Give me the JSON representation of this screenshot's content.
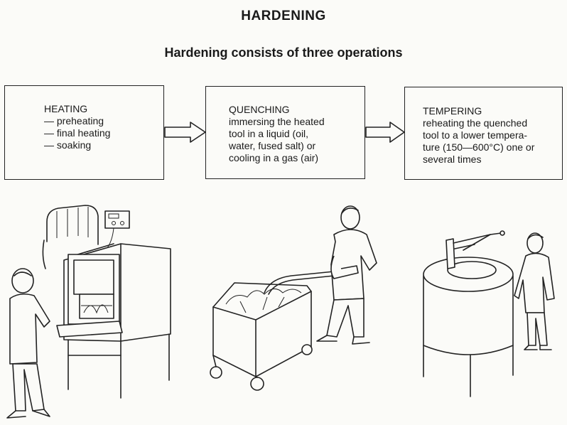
{
  "title": "HARDENING",
  "subtitle": "Hardening consists of three operations",
  "steps": [
    {
      "heading": "HEATING",
      "items": [
        "preheating",
        "final heating",
        "soaking"
      ]
    },
    {
      "heading": "QUENCHING",
      "desc_lines": [
        "immersing the heated",
        "tool in a liquid (oil,",
        "water, fused salt) or",
        "cooling in a gas (air)"
      ]
    },
    {
      "heading": "TEMPERING",
      "desc_lines": [
        "reheating the quenched",
        "tool to a lower tempera-",
        "ture (150—600°C) one or",
        "several times"
      ]
    }
  ],
  "illustrations": [
    "furnace-with-operator",
    "quenching-tank-with-operator",
    "tempering-vessel-with-operator"
  ],
  "colors": {
    "ink": "#1a1a1a",
    "paper": "#fbfbf8"
  }
}
